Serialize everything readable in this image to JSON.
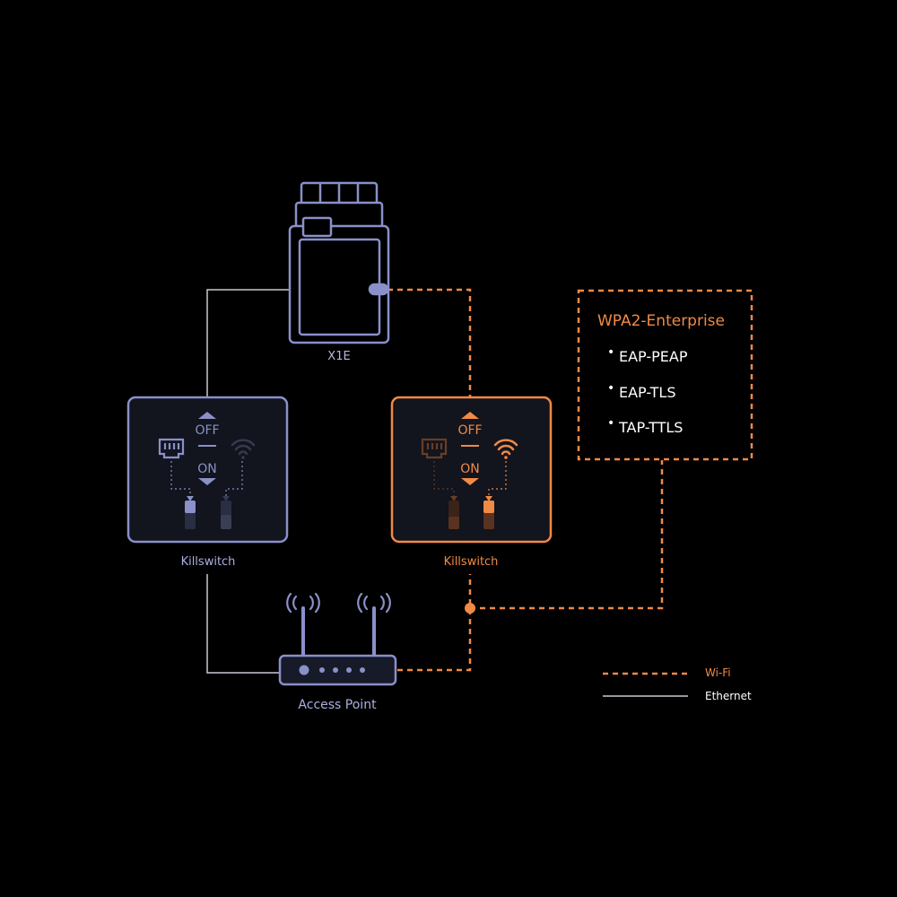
{
  "devices": {
    "x1e": {
      "label": "X1E"
    },
    "killswitch_left": {
      "label": "Killswitch",
      "off_label": "OFF",
      "on_label": "ON"
    },
    "killswitch_right": {
      "label": "Killswitch",
      "off_label": "OFF",
      "on_label": "ON"
    },
    "access_point": {
      "label": "Access Point"
    }
  },
  "wpa_box": {
    "title": "WPA2-Enterprise",
    "items": [
      "EAP-PEAP",
      "EAP-TLS",
      "TAP-TTLS"
    ]
  },
  "legend": {
    "wifi": "Wi-Fi",
    "ethernet": "Ethernet"
  },
  "colors": {
    "background": "#000000",
    "inactive": "#8a90c8",
    "wifi_accent": "#f08a45",
    "text": "#ffffff"
  },
  "icons": [
    "ethernet-port-icon",
    "wifi-icon",
    "router-antenna-icon",
    "arrow-up-icon",
    "arrow-down-icon"
  ]
}
